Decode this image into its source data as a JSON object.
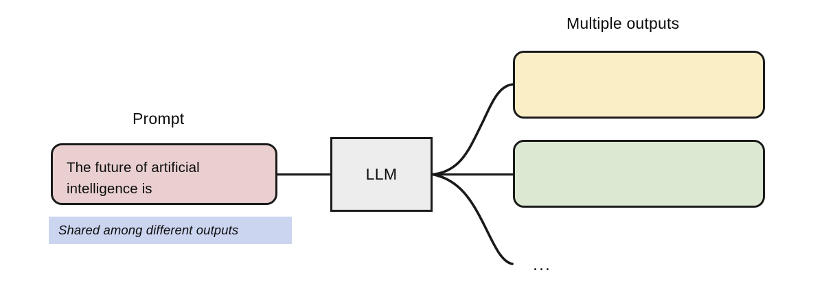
{
  "diagram": {
    "title_alt": "LLM multiple outputs diagram",
    "background_color": "#ffffff",
    "stroke_color": "#1a1a1a"
  },
  "captions": {
    "prompt_label": "Prompt",
    "outputs_label": "Multiple outputs",
    "ellipsis": "..."
  },
  "prompt": {
    "text": "The future of artificial intelligence is",
    "fill_color": "#e9cfcf"
  },
  "model": {
    "label": "LLM",
    "fill_color": "#ededed"
  },
  "outputs": [
    {
      "name": "output-1",
      "text": "",
      "fill_color": "#faeec7"
    },
    {
      "name": "output-2",
      "text": "",
      "fill_color": "#dce8d2"
    }
  ],
  "annotation": {
    "shared_note": "Shared among different outputs",
    "fill_color": "#ccd5f0"
  }
}
